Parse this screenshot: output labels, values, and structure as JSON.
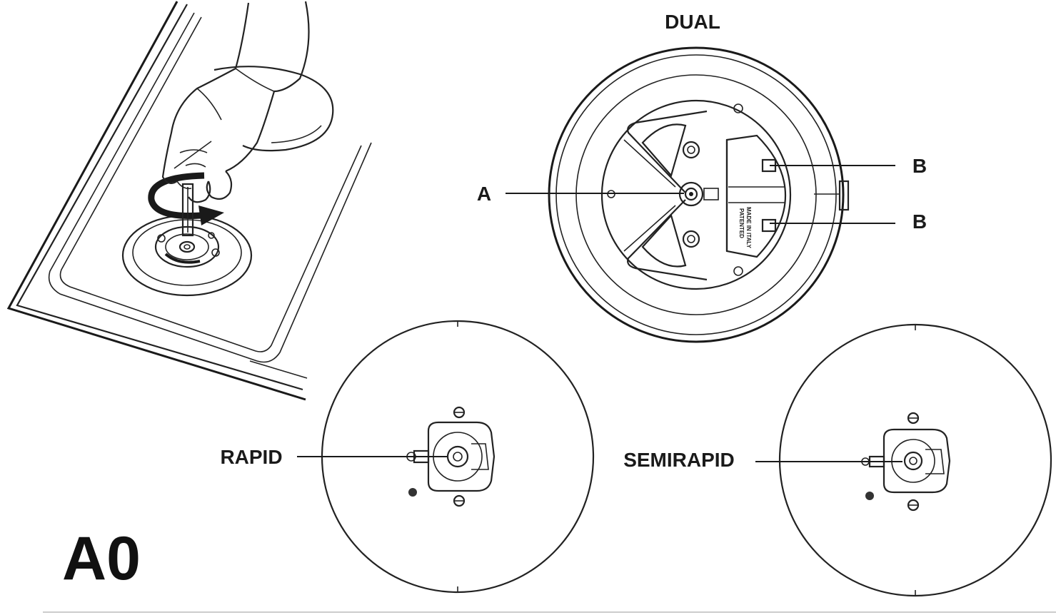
{
  "figure_label": "A0",
  "burners": {
    "dual": {
      "title": "DUAL",
      "label_a": "A",
      "label_b_upper": "B",
      "label_b_lower": "B",
      "marking_1": "MADE IN ITALY",
      "marking_2": "PATENTED"
    },
    "rapid": {
      "label": "RAPID"
    },
    "semirapid": {
      "label": "SEMIRAPID"
    }
  }
}
